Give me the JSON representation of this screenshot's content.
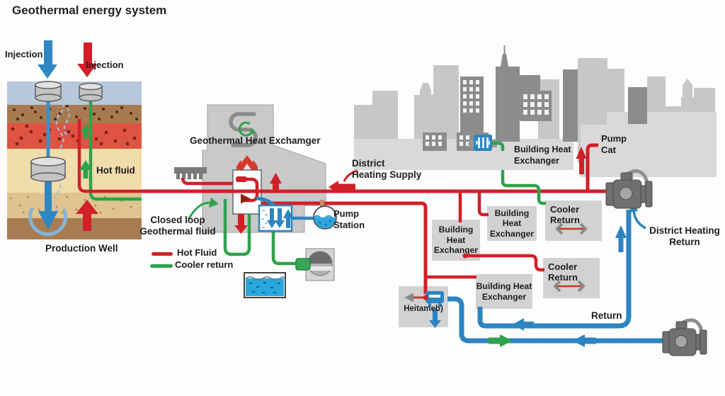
{
  "title": "Geothermal energy system",
  "colors": {
    "hot_fluid": "#d02028",
    "cooler_return": "#2fa24c",
    "district_return_blue": "#2d84c0",
    "building_gray": "#c9c9c9"
  },
  "ground": {
    "injection_left": "Injection",
    "injection_right": "Injection",
    "hot_fluid": "Hot fluid",
    "production_well": "Production Well"
  },
  "plant": {
    "name": "Geothermal Heat Exchamger",
    "closed_loop_line1": "Closed loop",
    "closed_loop_line2": "Geothermal fluid",
    "pump_station_line1": "Pump",
    "pump_station_line2": "Station"
  },
  "legend": {
    "hot": "Hot Fluid",
    "cooler": "Cooler return"
  },
  "district": {
    "supply_line1": "District",
    "supply_line2": "Heating Supply",
    "return_line1": "District Heating",
    "return_line2": "Return",
    "return_bottom": "Return",
    "pump_cat_line1": "Pump",
    "pump_cat_line2": "Cat"
  },
  "city": {
    "bhx_line1": "Building Heat",
    "bhx_line2": "Exchanger"
  },
  "boxes": {
    "building_hx": [
      {
        "line1": "Building Heat",
        "line2": "Exchanger"
      },
      {
        "line1": "Building Heat",
        "line2": "Exchanger"
      },
      {
        "line1": "Building Heat",
        "line2": "Exchanger"
      }
    ],
    "cooler_return": [
      {
        "line1": "Cooler",
        "line2": "Return"
      },
      {
        "line1": "Cooler",
        "line2": "Return"
      }
    ],
    "heitameb": "Heitameb)"
  },
  "icons": [
    "injection-arrow",
    "well-cap",
    "production-well-arrow",
    "flame-icon",
    "coil-icon",
    "radiator-icon",
    "heat-exchanger-box",
    "evaporator-box",
    "pump-station-flask",
    "water-tank",
    "loop-pump",
    "pump-valve",
    "city-heat-exchanger-icon",
    "double-arrow-icon",
    "radiator-unit-icon"
  ]
}
